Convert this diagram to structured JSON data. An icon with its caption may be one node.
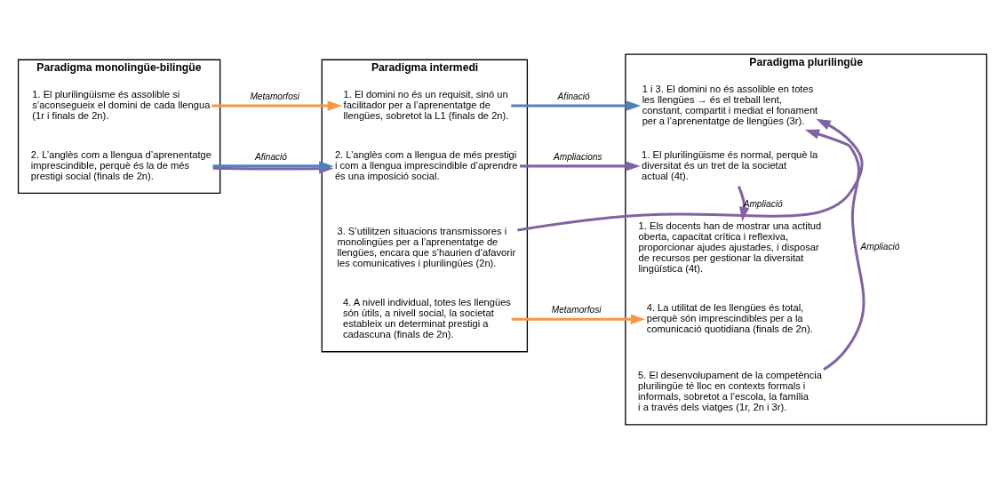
{
  "diagram": {
    "nodes": [
      {
        "text": [
          "Paradigma monolingüe-bilingüe"
        ]
      },
      {
        "text": [
          "1. El plurilingüisme és assolible si s’aconsegueix el domini de cada llengua (1r i finals de 2n)."
        ],
        "in": 0
      },
      {
        "text": [
          "2. L’anglès com a llengua d’aprenentatge imprescindible, perquè és la de més prestigi social (finals de 2n)."
        ],
        "in": 0
      },
      {
        "text": [
          "Paradigma intermedi"
        ]
      },
      {
        "text": [
          "1. El domini no és un requisit, sinó un facilitador per a l’aprenentatge de llengües, sobretot la L1 (finals de 2n)."
        ],
        "in": 3
      },
      {
        "text": [
          "2. L’anglès com a llengua de més prestigi i com a llengua imprescindible d’aprendre és una imposició social."
        ],
        "in": 3
      },
      {
        "text": [
          "3. S’utilitzen situacions transmissores i monolingües per a l’aprenentatge de llengües, encara que s’haurien d’afavorir les comunicatives i plurilingües (2n)."
        ],
        "in": 3
      },
      {
        "text": [
          "4. A nivell individual, totes les llengües són útils, a nivell social, la societat estableix un determinat prestigi a cadascuna (finals de 2n)."
        ],
        "in": 3
      },
      {
        "text": [
          "Paradigma plurilingüe"
        ]
      },
      {
        "text": [
          "1 i 3. El domini no és assolible en totes les llengües → és el treball lent, constant, compartit i mediat el fonament per a l’aprenentatge de llengües (3r)."
        ],
        "in": 8
      },
      {
        "text": [
          "1. El plurilingüisme és normal, perquè la diversitat és un tret de la societat actual (4t)."
        ],
        "in": 8
      },
      {
        "text": [
          "1. Els docents han de mostrar una actitud oberta, capacitat crítica i reflexiva, proporcionar ajudes ajustades, i disposar de recursos per gestionar la diversitat lingüística (4t)."
        ],
        "in": 8
      },
      {
        "text": [
          "4. La utilitat de les llengües és total, perquè són imprescindibles per a la comunicació quotidiana (finals de 2n)."
        ],
        "in": 8
      },
      {
        "text": [
          "5. El desenvolupament de la competència plurilingüe té lloc en contexts formals i informals, sobretot a l’escola, la família i a través dels viatges (1r, 2n i 3r)."
        ],
        "in": 8
      }
    ],
    "edges": [
      {
        "from": 1,
        "to": 4,
        "arrow": "to",
        "label": "Metamorfosi",
        "color": "#f79646"
      },
      {
        "from": 2,
        "to": 5,
        "arrow": "to",
        "color": "#8064a2"
      },
      {
        "from": 2,
        "to": 5,
        "arrow": "to",
        "label": "Afinació",
        "color": "#4f81bd"
      },
      {
        "from": 4,
        "to": 9,
        "arrow": "to",
        "label": "Afinació",
        "color": "#4f81bd"
      },
      {
        "from": 5,
        "to": 10,
        "arrow": "to",
        "label": "Ampliacions",
        "color": "#8064a2"
      },
      {
        "from": 6,
        "to": 9,
        "arrow": "to",
        "color": "#8064a2"
      },
      {
        "from": 7,
        "to": 12,
        "arrow": "to",
        "label": "Metamorfosi",
        "color": "#f79646"
      },
      {
        "from": 10,
        "to": 11,
        "arrow": "to",
        "label": "Ampliació",
        "color": "#8064a2"
      },
      {
        "from": 13,
        "to": 9,
        "arrow": "to",
        "label": "Ampliació",
        "color": "#8064a2"
      }
    ]
  }
}
